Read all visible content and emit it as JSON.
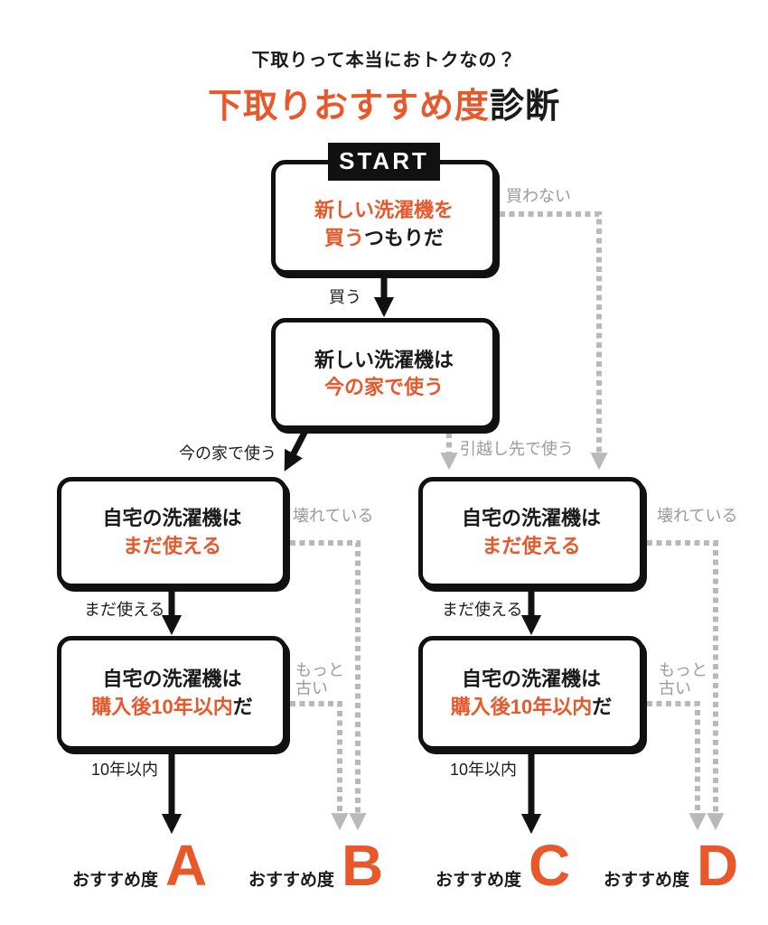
{
  "colors": {
    "accent": "#E8582A",
    "ink": "#111111",
    "line_gray": "#b9b9b9",
    "text_gray": "#9b9b9b"
  },
  "header": {
    "subtitle": "下取りって本当におトクなの？",
    "title_accent": "下取りおすすめ度",
    "title_black": "診断"
  },
  "start_badge": "START",
  "boxes": {
    "q1": {
      "l1": "新しい洗濯機を",
      "l2_accent": "買う",
      "l2_rest": "つもりだ"
    },
    "q2": {
      "l1": "新しい洗濯機は",
      "l2": "今の家で使う"
    },
    "q3": {
      "l1": "自宅の洗濯機は",
      "l2": "まだ使える"
    },
    "q4": {
      "l1": "自宅の洗濯機は",
      "l2_accent": "購入後10年以内",
      "l2_rest": "だ"
    }
  },
  "edges": {
    "buy": "買う",
    "not_buy": "買わない",
    "use_home": "今の家で使う",
    "use_moving": "引越し先で使う",
    "usable": "まだ使える",
    "broken": "壊れている",
    "older_1": "もっと",
    "older_2": "古い",
    "within10": "10年以内"
  },
  "results": {
    "label": "おすすめ度",
    "grades": {
      "a": "A",
      "b": "B",
      "c": "C",
      "d": "D"
    }
  }
}
